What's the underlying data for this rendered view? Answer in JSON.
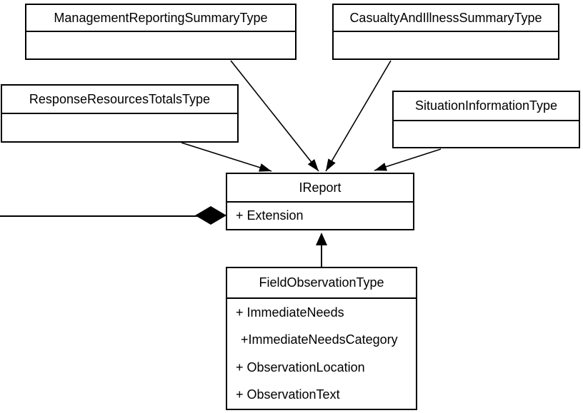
{
  "diagram": {
    "type": "uml-class-diagram",
    "colors": {
      "background": "#ffffff",
      "line": "#000000",
      "box_fill": "#ffffff",
      "text": "#000000"
    },
    "classes": [
      {
        "name": "ManagementReportingSummaryType",
        "attributes": []
      },
      {
        "name": "CasualtyAndIllnessSummaryType",
        "attributes": []
      },
      {
        "name": "ResponseResourcesTotalsType",
        "attributes": []
      },
      {
        "name": "SituationInformationType",
        "attributes": []
      },
      {
        "name": "IReport",
        "attributes": [
          "+ Extension"
        ]
      },
      {
        "name": "FieldObservationType",
        "attributes": [
          "+ ImmediateNeeds",
          "+ImmediateNeedsCategory",
          "+ ObservationLocation",
          "+ ObservationText"
        ]
      }
    ],
    "relationships": [
      {
        "from": "ManagementReportingSummaryType",
        "to": "IReport",
        "type": "directed-arrow"
      },
      {
        "from": "CasualtyAndIllnessSummaryType",
        "to": "IReport",
        "type": "directed-arrow"
      },
      {
        "from": "ResponseResourcesTotalsType",
        "to": "IReport",
        "type": "directed-arrow"
      },
      {
        "from": "SituationInformationType",
        "to": "IReport",
        "type": "directed-arrow"
      },
      {
        "from": "FieldObservationType",
        "to": "IReport",
        "type": "generalization-arrow"
      },
      {
        "from": "left-edge",
        "to": "IReport",
        "type": "composition-diamond"
      }
    ]
  }
}
